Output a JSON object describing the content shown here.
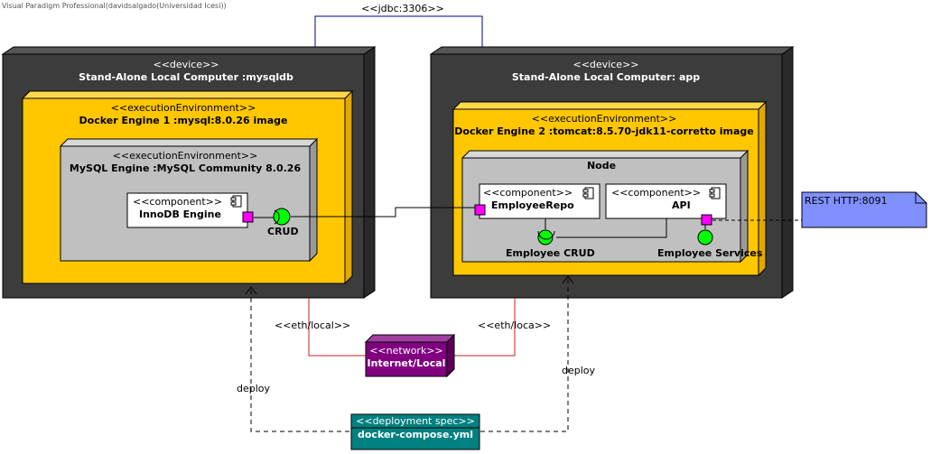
{
  "watermark": "Visual Paradigm Professional(davidsalgado(Universidad Icesi))",
  "connectors": {
    "jdbc": "<<jdbc:3306>>",
    "eth_left": "<<eth/local>>",
    "eth_right": "<<eth/loca>>",
    "deploy_left": "deploy",
    "deploy_right": "deploy"
  },
  "device_left": {
    "stereotype": "<<device>>",
    "name": "Stand-Alone Local Computer :mysqldb"
  },
  "docker_left": {
    "stereotype": "<<executionEnvironment>>",
    "name": "Docker Engine 1 :mysql:8.0.26 image"
  },
  "mysql_engine": {
    "stereotype": "<<executionEnvironment>>",
    "name": "MySQL Engine :MySQL Community 8.0.26"
  },
  "innodb": {
    "stereotype": "<<component>>",
    "name": "InnoDB Engine"
  },
  "crud_label": "CRUD",
  "device_right": {
    "stereotype": "<<device>>",
    "name": "Stand-Alone Local Computer: app"
  },
  "docker_right": {
    "stereotype": "<<executionEnvironment>>",
    "name": "Docker Engine 2 :tomcat:8.5.70-jdk11-corretto image"
  },
  "node": {
    "name": "Node"
  },
  "employee_repo": {
    "stereotype": "<<component>>",
    "name": "EmployeeRepo"
  },
  "api": {
    "stereotype": "<<component>>",
    "name": "API"
  },
  "employee_crud_label": "Employee CRUD",
  "employee_services_label": "Employee Services",
  "rest_note": "REST HTTP:8091",
  "network": {
    "stereotype": "<<network>>",
    "name": "Internet/Local"
  },
  "deployment_spec": {
    "stereotype": "<<deployment spec>>",
    "name": "docker-compose.yml"
  },
  "colors": {
    "device": "#3c3c3c",
    "execution_env": "#ffc700",
    "engine": "#c0c0c0",
    "port": "#ff00ff",
    "interface": "#00ff00",
    "network": "#800080",
    "deployment_spec": "#008080",
    "note": "#8090ff",
    "jdbc_line": "#00008b",
    "eth_line": "#c02020"
  }
}
